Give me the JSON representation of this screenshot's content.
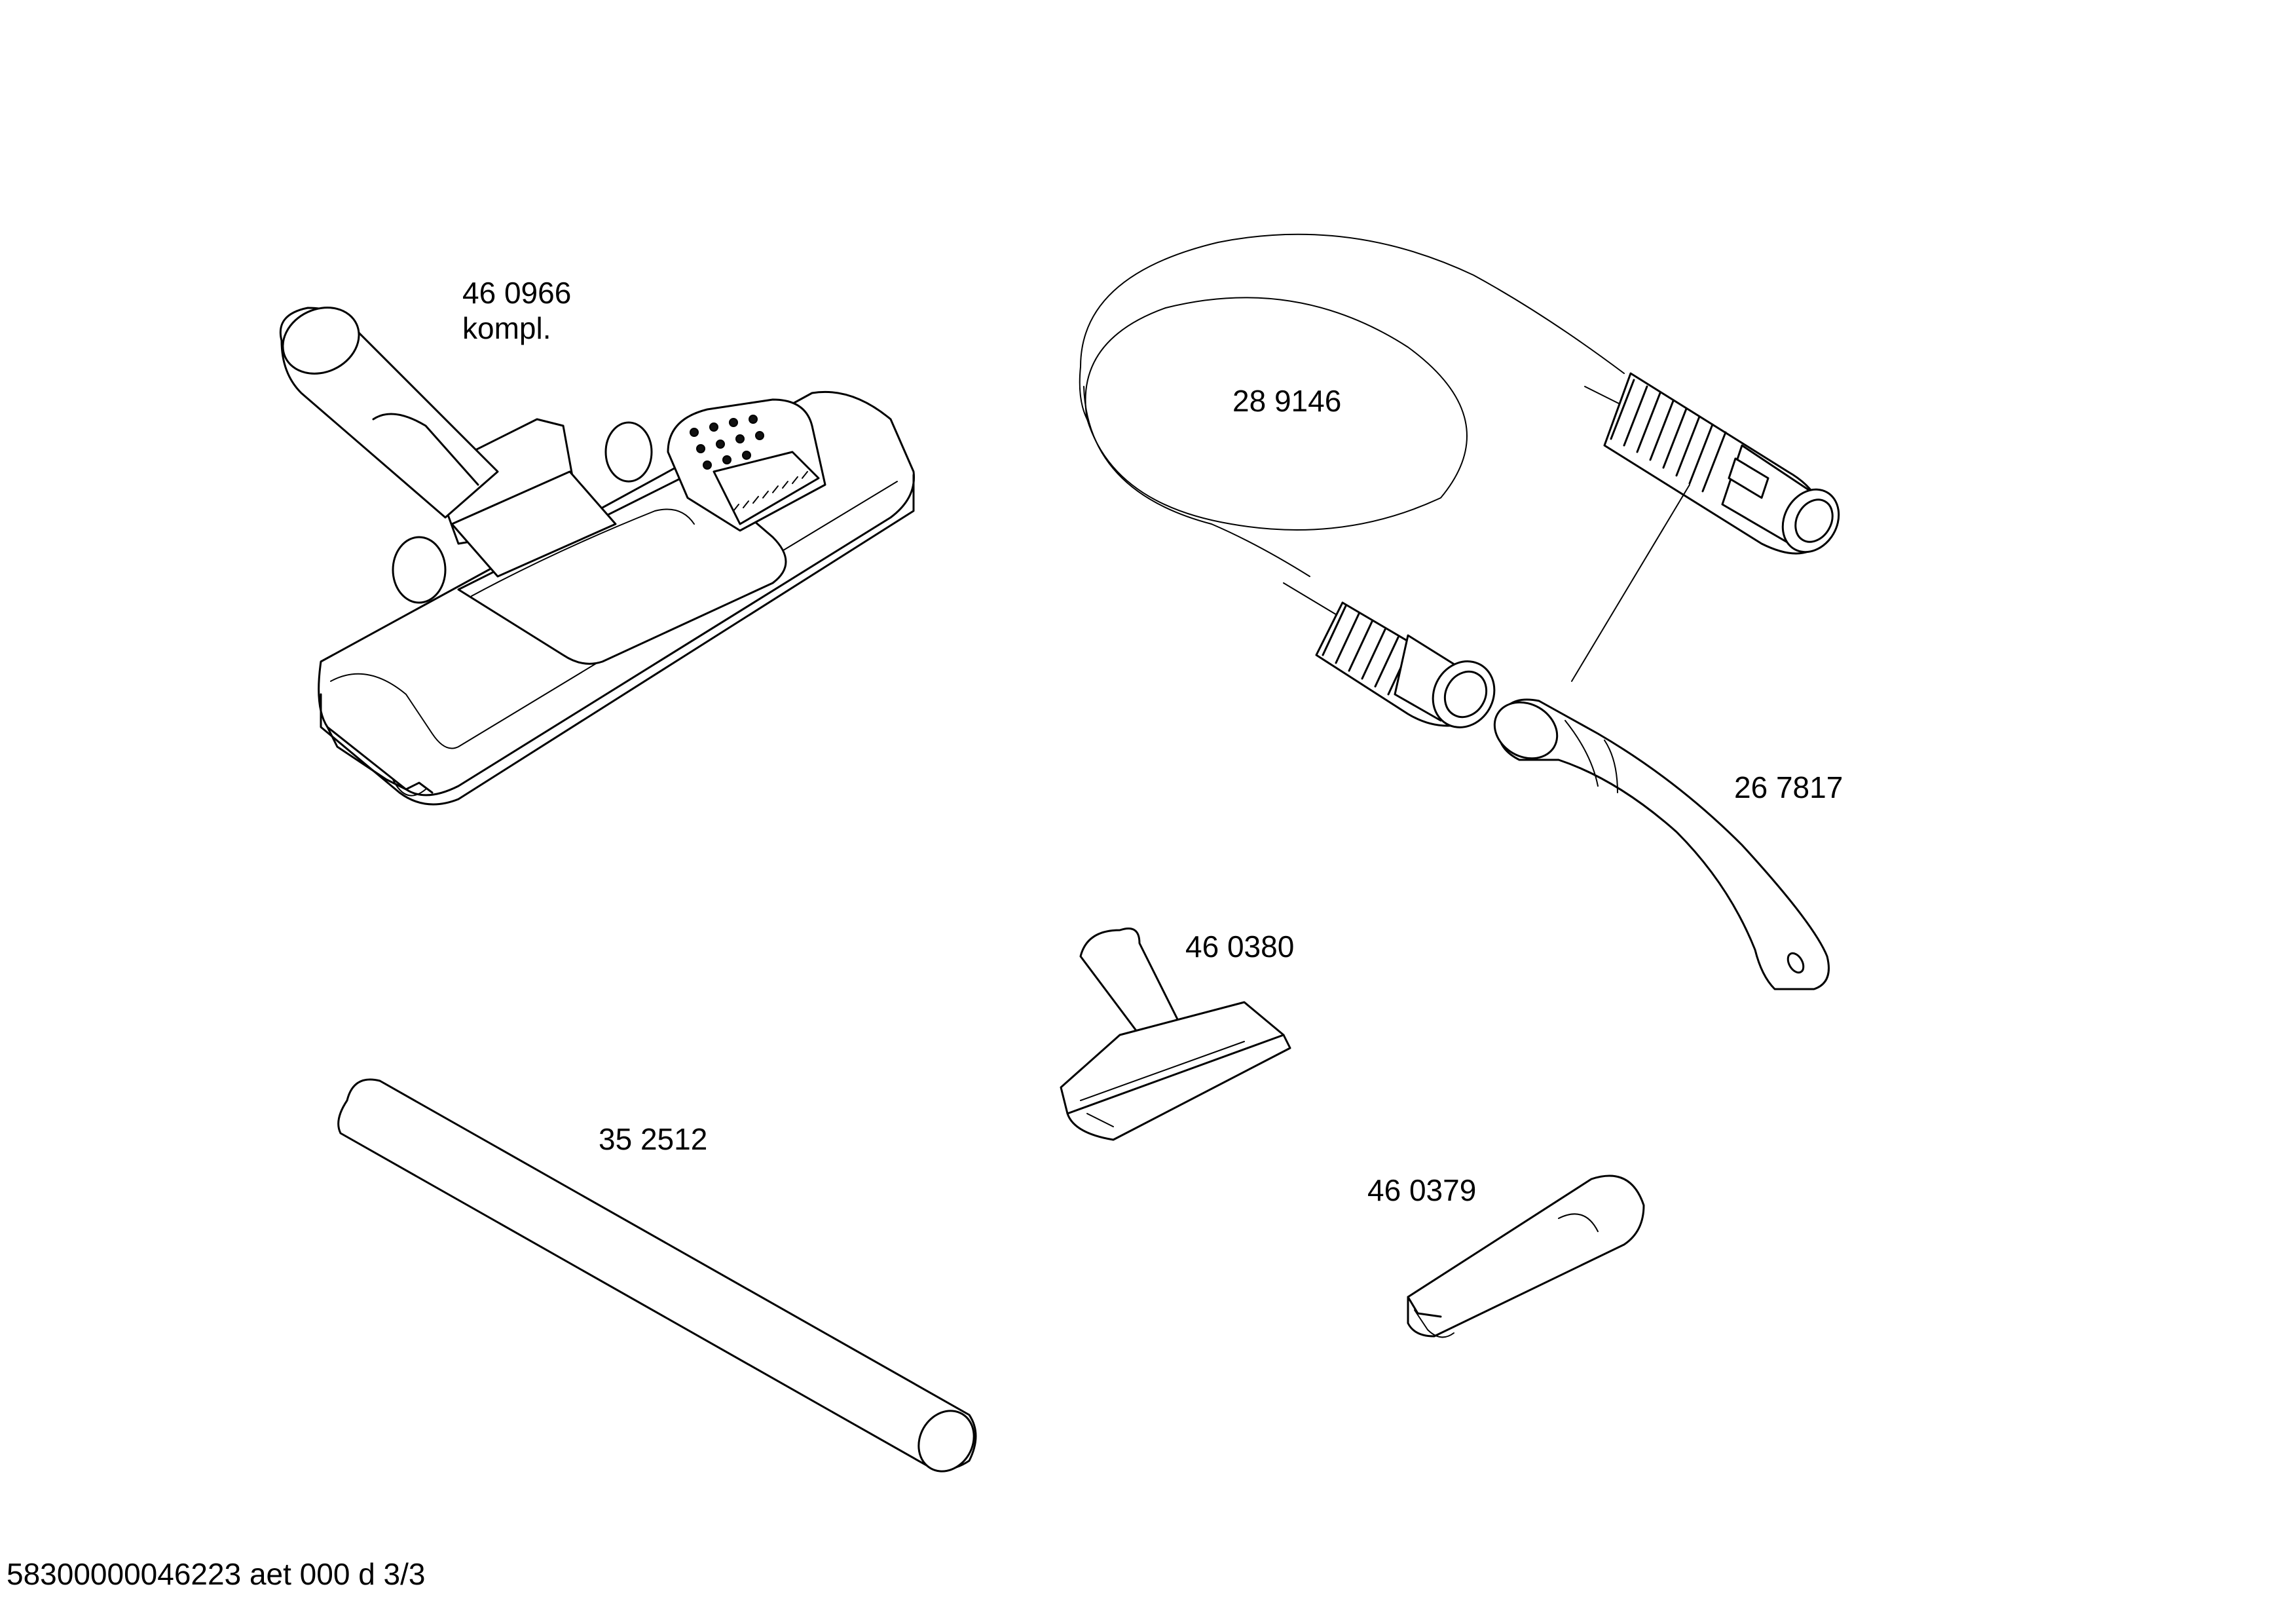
{
  "parts": [
    {
      "id": "floor-nozzle",
      "number": "46 0966",
      "note": "kompl."
    },
    {
      "id": "hose",
      "number": "28 9146"
    },
    {
      "id": "handle-bend",
      "number": "26 7817"
    },
    {
      "id": "upholstery-nozzle",
      "number": "46 0380"
    },
    {
      "id": "extension-tube",
      "number": "35 2512"
    },
    {
      "id": "crevice-nozzle",
      "number": "46 0379"
    }
  ],
  "footer": {
    "code": "58300000046223 aet 000 d 3/3"
  }
}
